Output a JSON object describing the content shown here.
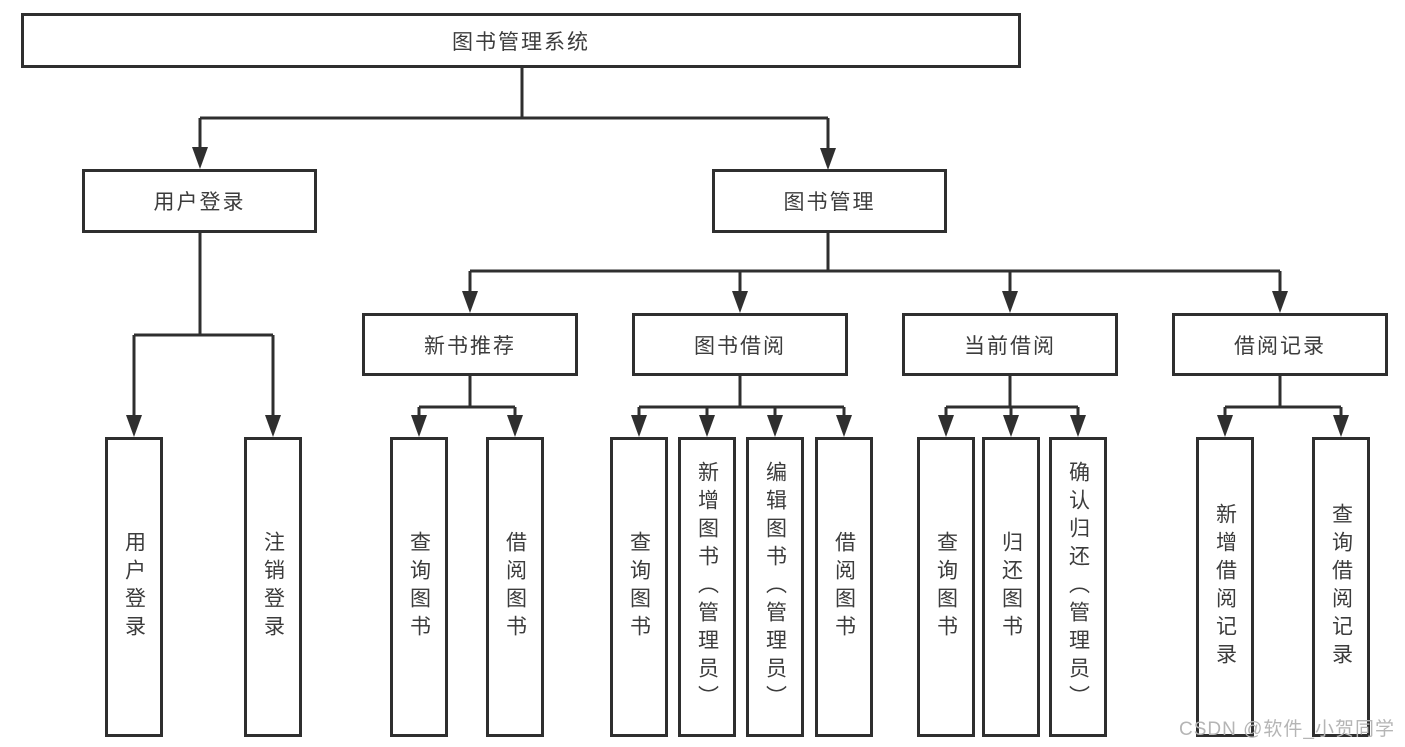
{
  "nodes": {
    "root": "图书管理系统",
    "user_login": "用户登录",
    "book_mgmt": "图书管理",
    "new_book_rec": "新书推荐",
    "book_borrow": "图书借阅",
    "current_borrow": "当前借阅",
    "borrow_record": "借阅记录",
    "ul_login": "用户登录",
    "ul_logout": "注销登录",
    "nr_query_book": "查询图书",
    "nr_borrow_book": "借阅图书",
    "bb_query_book": "查询图书",
    "bb_add_book": "新增图书（管理员）",
    "bb_edit_book": "编辑图书（管理员）",
    "bb_borrow_book": "借阅图书",
    "cb_query_book": "查询图书",
    "cb_return_book": "归还图书",
    "cb_confirm_return": "确认归还（管理员）",
    "br_add_record": "新增借阅记录",
    "br_query_record": "查询借阅记录"
  },
  "watermark": "CSDN @软件_小贺同学",
  "colors": {
    "line": "#2f2f2f",
    "text": "#3c3c3c",
    "box_background": "#ffffff",
    "watermark": "#b5b5b5"
  }
}
